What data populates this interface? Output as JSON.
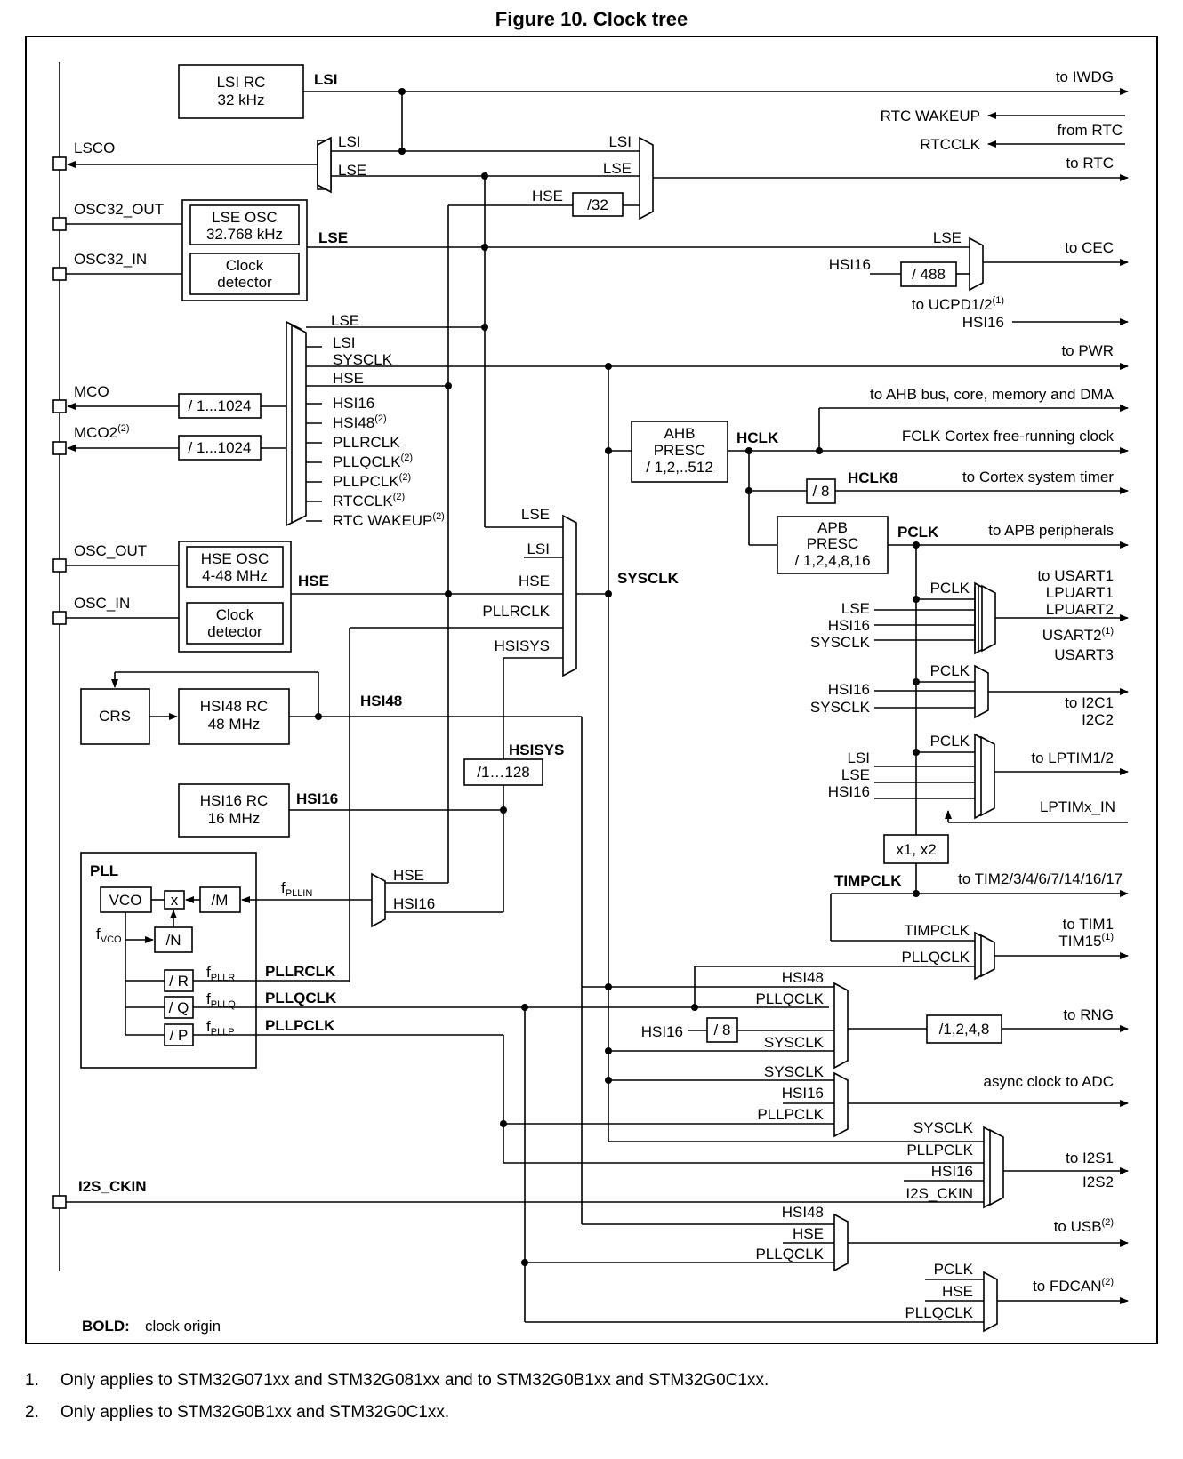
{
  "title": "Figure 10. Clock tree",
  "boxes": {
    "lsi_rc_1": "LSI RC",
    "lsi_rc_2": "32 kHz",
    "lse_osc_1": "LSE OSC",
    "lse_osc_2": "32.768 kHz",
    "clock_det_1": "Clock",
    "clock_det_2": "detector",
    "hse_osc_1": "HSE OSC",
    "hse_osc_2": "4-48 MHz",
    "crs": "CRS",
    "hsi48_rc_1": "HSI48 RC",
    "hsi48_rc_2": "48 MHz",
    "hsi16_rc_1": "HSI16 RC",
    "hsi16_rc_2": "16 MHz",
    "pll": "PLL",
    "vco": "VCO",
    "mult": "x",
    "div_m": "/M",
    "div_n": "/N",
    "div_r": "/ R",
    "div_q": "/ Q",
    "div_p": "/ P",
    "div_32": "/32",
    "div_488": "/ 488",
    "div_mco": "/ 1...1024",
    "ahb_1": "AHB",
    "ahb_2": "PRESC",
    "ahb_3": "/ 1,2,..512",
    "apb_1": "APB",
    "apb_2": "PRESC",
    "apb_3": "/ 1,2,4,8,16",
    "div_8": "/ 8",
    "hsisys_div": "/1…128",
    "x1x2": "x1, x2",
    "rng_div": "/1,2,4,8"
  },
  "pins": {
    "lsco": "LSCO",
    "osc32_out": "OSC32_OUT",
    "osc32_in": "OSC32_IN",
    "mco": "MCO",
    "mco2": "MCO2",
    "osc_out": "OSC_OUT",
    "osc_in": "OSC_IN",
    "i2s_ckin": "I2S_CKIN"
  },
  "signals": {
    "lsi": "LSI",
    "lse": "LSE",
    "hse": "HSE",
    "hsi48": "HSI48",
    "hsi16": "HSI16",
    "hsisys": "HSISYS",
    "sysclk": "SYSCLK",
    "hclk": "HCLK",
    "hclk8": "HCLK8",
    "pclk": "PCLK",
    "timpclk": "TIMPCLK",
    "pllrclk": "PLLRCLK",
    "pllqclk": "PLLQCLK",
    "pllpclk": "PLLPCLK",
    "rtcclk": "RTCCLK",
    "rtc_wakeup": "RTC WAKEUP",
    "i2s_ckin": "I2S_CKIN",
    "lptimx_in": "LPTIMx_IN",
    "fpllin": "f",
    "fpllin_sub": "PLLIN",
    "fvco": "f",
    "fvco_sub": "VCO",
    "fpllr": "f",
    "fpllr_sub": "PLLR",
    "fpllq": "f",
    "fpllq_sub": "PLLQ",
    "fpllp": "f",
    "fpllp_sub": "PLLP",
    "hsi48_sup": "(2)",
    "pllq_sup": "(2)",
    "pllp_sup": "(2)",
    "rtcclk_sup": "(2)",
    "rtcwk_sup": "(2)",
    "mco2_sup": "(2)"
  },
  "outputs": {
    "iwdg": "to IWDG",
    "from_rtc": "from RTC",
    "rtc": "to RTC",
    "cec": "to CEC",
    "ucpd": "to UCPD1/2",
    "ucpd_sup": "(1)",
    "pwr": "to PWR",
    "ahb": "to AHB bus, core, memory and DMA",
    "fclk": "FCLK Cortex free-running clock",
    "systick": "to Cortex system timer",
    "apb": "to APB peripherals",
    "usart_1": "to USART1",
    "usart_2": "LPUART1",
    "usart_3": "LPUART2",
    "usart_4": "USART2",
    "usart_4_sup": "(1)",
    "usart_5": "USART3",
    "i2c_1": "to I2C1",
    "i2c_2": "I2C2",
    "lptim": "to LPTIM1/2",
    "tim": "to TIM2/3/4/6/7/14/16/17",
    "tim1_1": "to TIM1",
    "tim1_2": "TIM15",
    "tim1_sup": "(1)",
    "rng": "to RNG",
    "adc": "async clock to ADC",
    "i2s_1": "to I2S1",
    "i2s_2": "I2S2",
    "usb": "to USB",
    "usb_sup": "(2)",
    "fdcan": "to FDCAN",
    "fdcan_sup": "(2)"
  },
  "legend": {
    "bold": "BOLD:",
    "text": "clock origin"
  },
  "footnotes": [
    {
      "num": "1.",
      "text": "Only applies to STM32G071xx and STM32G081xx and to STM32G0B1xx and STM32G0C1xx."
    },
    {
      "num": "2.",
      "text": "Only applies to STM32G0B1xx and STM32G0C1xx."
    }
  ]
}
